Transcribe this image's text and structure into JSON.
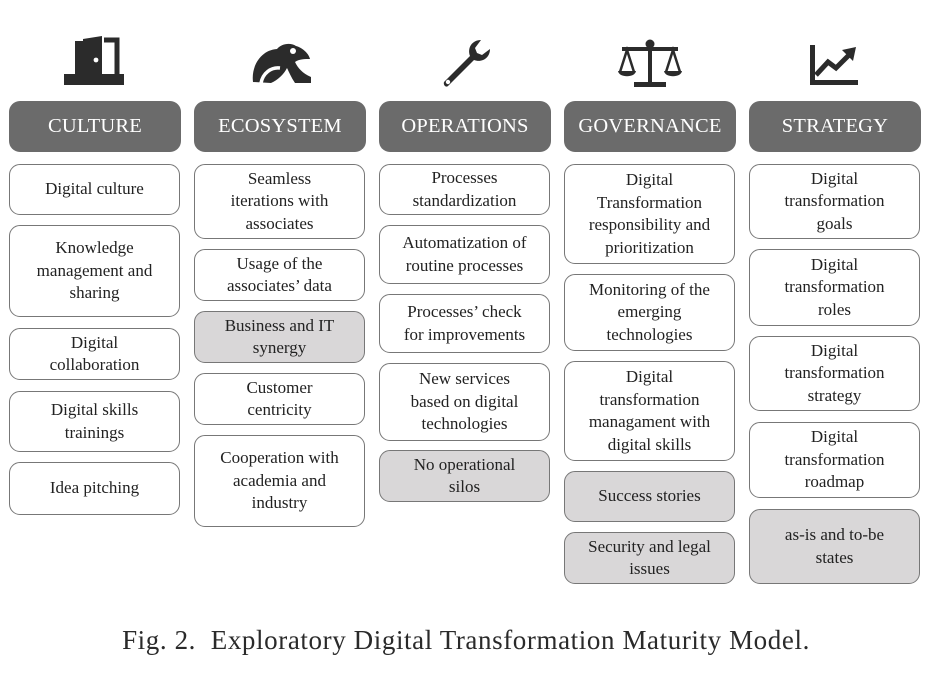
{
  "columns": [
    {
      "header": "CULTURE",
      "icon": "door-exit-icon",
      "items": [
        {
          "text": "Digital culture",
          "shaded": false
        },
        {
          "text": "Knowledge\nmanagement and\nsharing",
          "shaded": false
        },
        {
          "text": "Digital\ncollaboration",
          "shaded": false
        },
        {
          "text": "Digital skills\ntrainings",
          "shaded": false
        },
        {
          "text": "Idea pitching",
          "shaded": false
        }
      ]
    },
    {
      "header": "ECOSYSTEM",
      "icon": "frog-icon",
      "items": [
        {
          "text": "Seamless\niterations with\nassociates",
          "shaded": false
        },
        {
          "text": "Usage of the\nassociates’ data",
          "shaded": false
        },
        {
          "text": "Business and IT\nsynergy",
          "shaded": true
        },
        {
          "text": "Customer\ncentricity",
          "shaded": false
        },
        {
          "text": "Cooperation with\nacademia and\nindustry",
          "shaded": false
        }
      ]
    },
    {
      "header": "OPERATIONS",
      "icon": "wrench-icon",
      "items": [
        {
          "text": "Processes\nstandardization",
          "shaded": false
        },
        {
          "text": "Automatization of\nroutine processes",
          "shaded": false
        },
        {
          "text": "Processes’ check\nfor improvements",
          "shaded": false
        },
        {
          "text": "New services\nbased on digital\ntechnologies",
          "shaded": false
        },
        {
          "text": "No operational\nsilos",
          "shaded": true
        }
      ]
    },
    {
      "header": "GOVERNANCE",
      "icon": "balance-scale-icon",
      "items": [
        {
          "text": "Digital\nTransformation\nresponsibility and\nprioritization",
          "shaded": false
        },
        {
          "text": "Monitoring of the\nemerging\ntechnologies",
          "shaded": false
        },
        {
          "text": "Digital\ntransformation\nmanagament with\ndigital skills",
          "shaded": false
        },
        {
          "text": "Success stories",
          "shaded": true
        },
        {
          "text": "Security and legal\nissues",
          "shaded": true
        }
      ]
    },
    {
      "header": "STRATEGY",
      "icon": "line-chart-icon",
      "items": [
        {
          "text": "Digital\ntransformation\ngoals",
          "shaded": false
        },
        {
          "text": "Digital\ntransformation\nroles",
          "shaded": false
        },
        {
          "text": "Digital\ntransformation\nstrategy",
          "shaded": false
        },
        {
          "text": "Digital\ntransformation\nroadmap",
          "shaded": false
        },
        {
          "text": "as-is and to-be\nstates",
          "shaded": true
        }
      ]
    }
  ],
  "caption": "Fig. 2.  Exploratory Digital Transformation Maturity Model.",
  "colors": {
    "header_bg": "#6b6b6b",
    "shaded_bg": "#d9d7d8",
    "box_border": "#777777",
    "icon": "#2b2b2b"
  }
}
